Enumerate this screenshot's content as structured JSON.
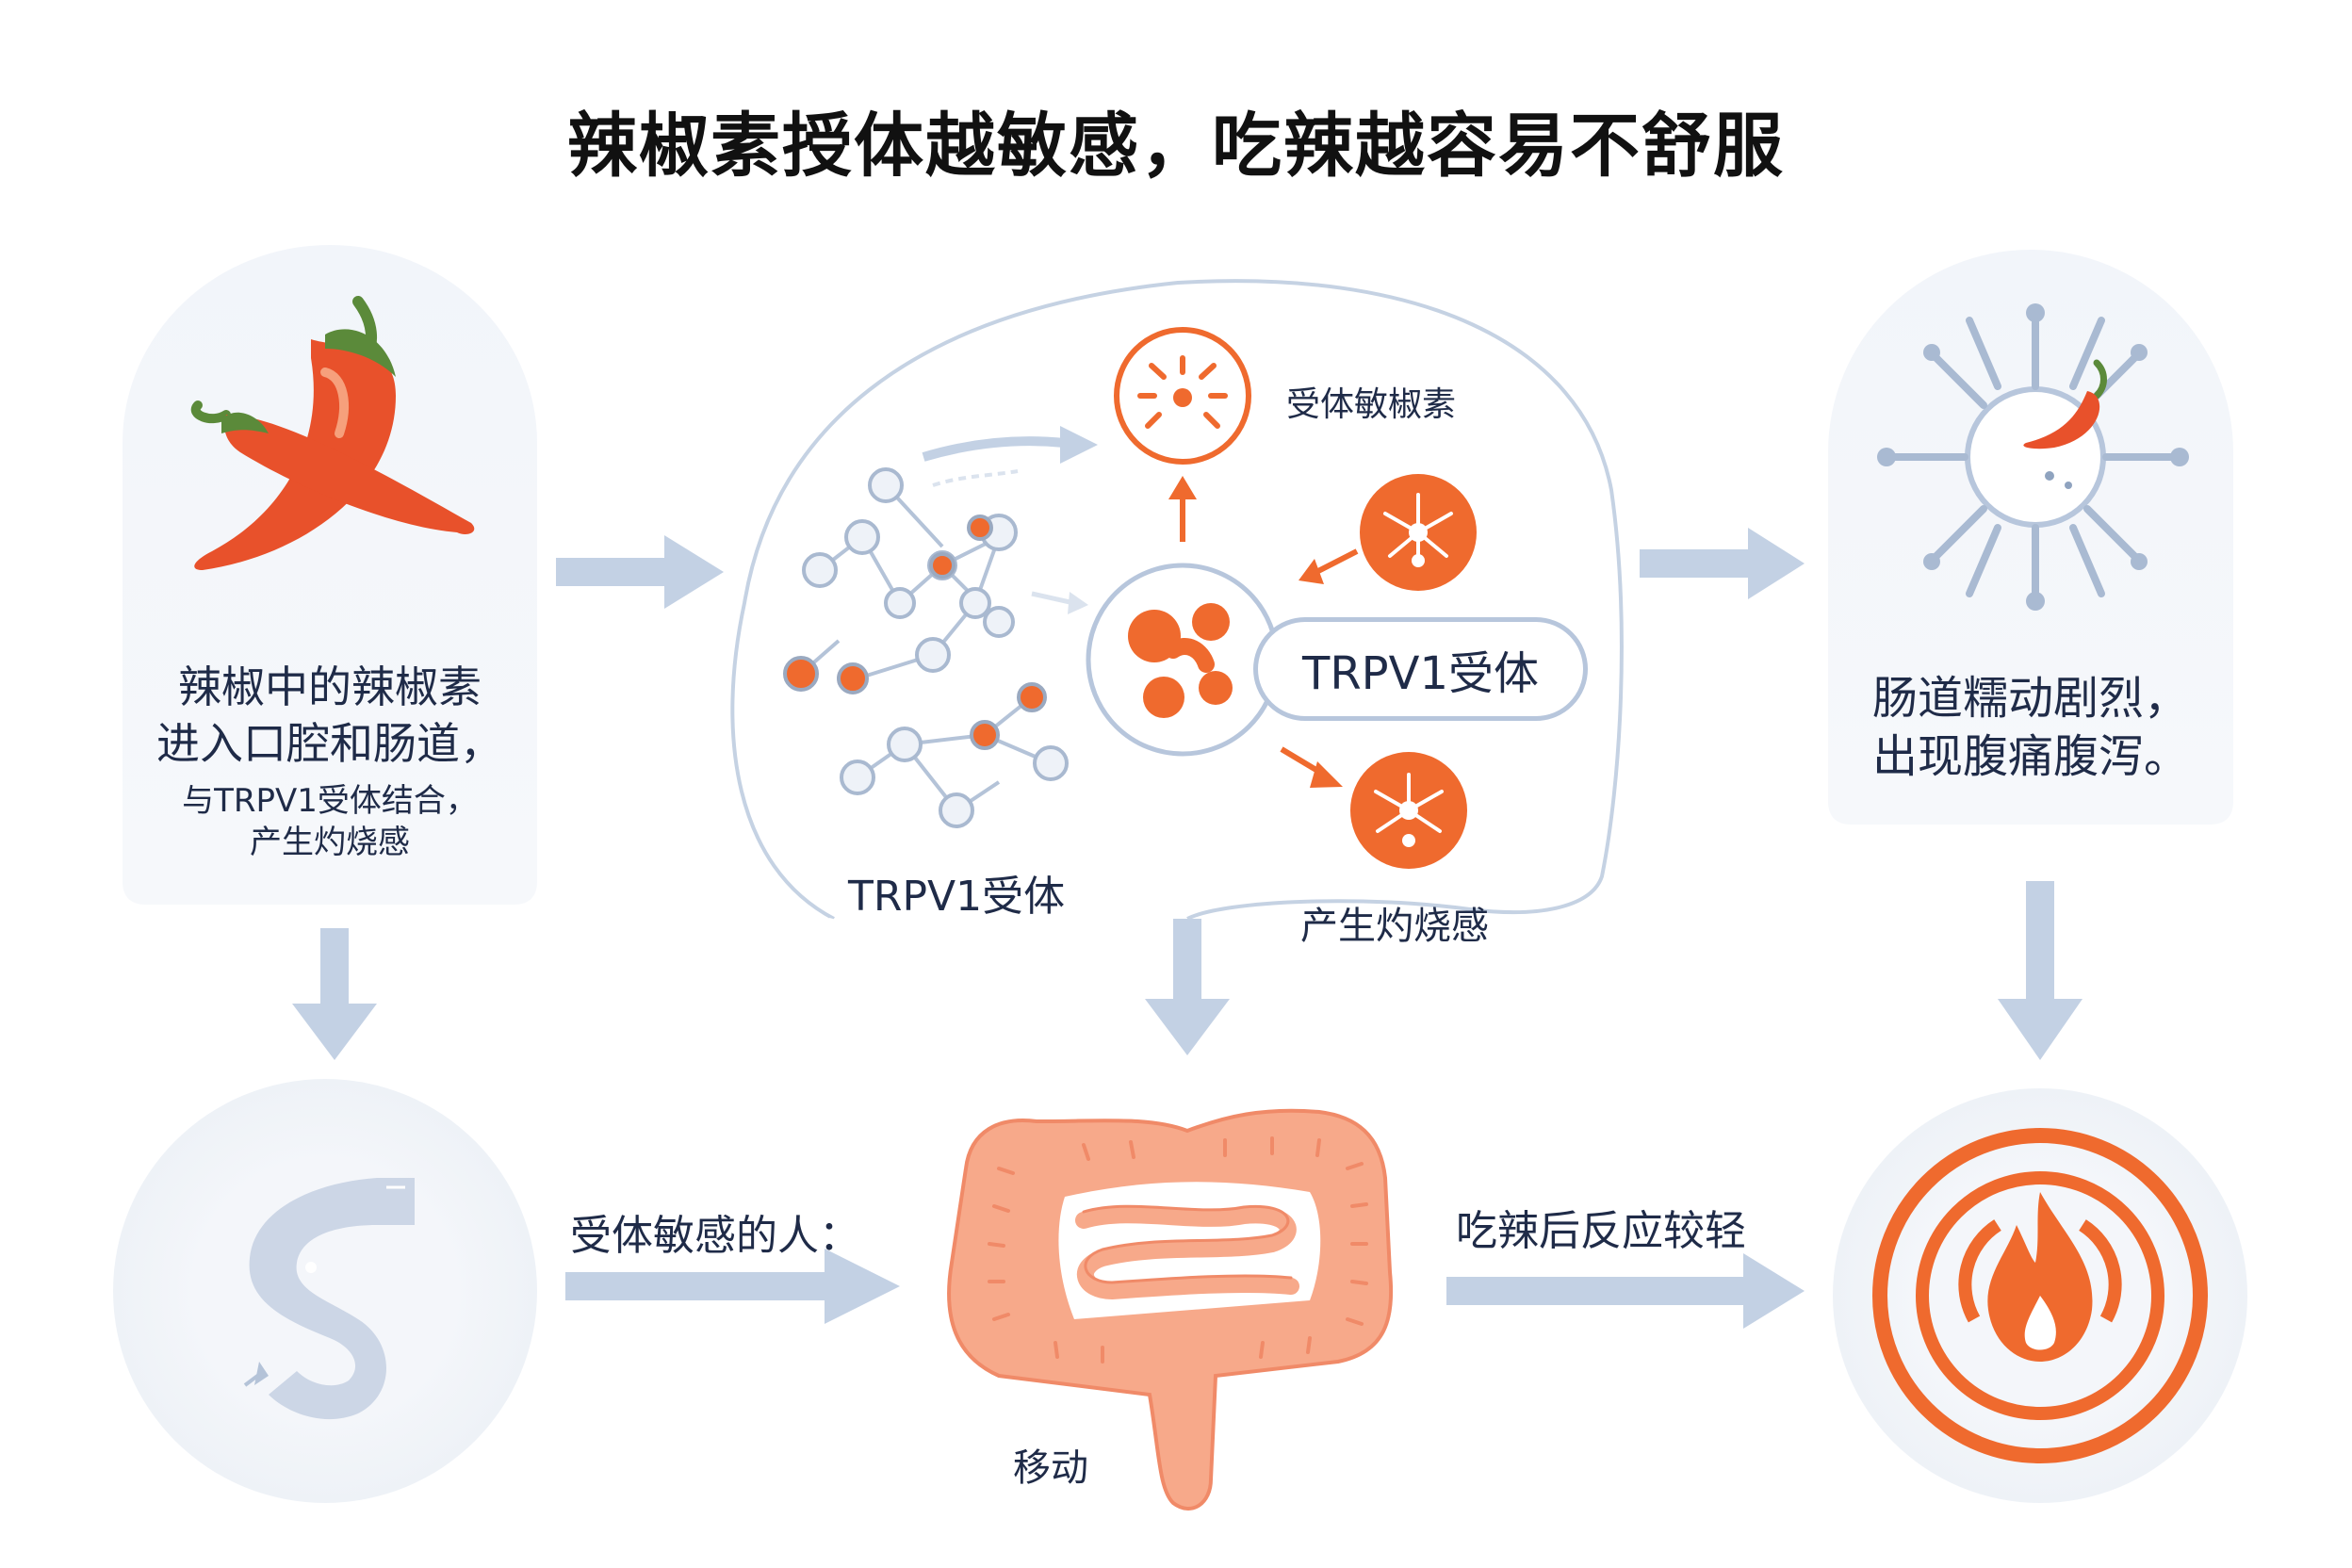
{
  "title": "辣椒素授体越敏感，吃辣越容易不舒服",
  "cards": {
    "pepper": {
      "line1": "辣椒中的辣椒素",
      "line2": "进入口腔和肠道，",
      "line3": "与TRPV1受体结合，",
      "line4": "产生灼烧感"
    },
    "gut_pain": {
      "line1": "肠道糯动剧烈，",
      "line2": "出现腹痛腹泻。"
    }
  },
  "center": {
    "receptor_label": "TRPV1受体",
    "pill_label": "TRPV1受体",
    "top_label": "受体敏椒素",
    "bottom_label": "产生灼烧感"
  },
  "bottom": {
    "left_arrow_label": "受体敏感的人：",
    "intestine_label": "移动",
    "right_arrow_label": "吃辣后反应较轻"
  },
  "colors": {
    "accent": "#ef6a2e",
    "arrow": "#c3d1e4",
    "outline": "#b7c6dc",
    "text": "#1f2b48",
    "intestine": "#f7a98a"
  }
}
